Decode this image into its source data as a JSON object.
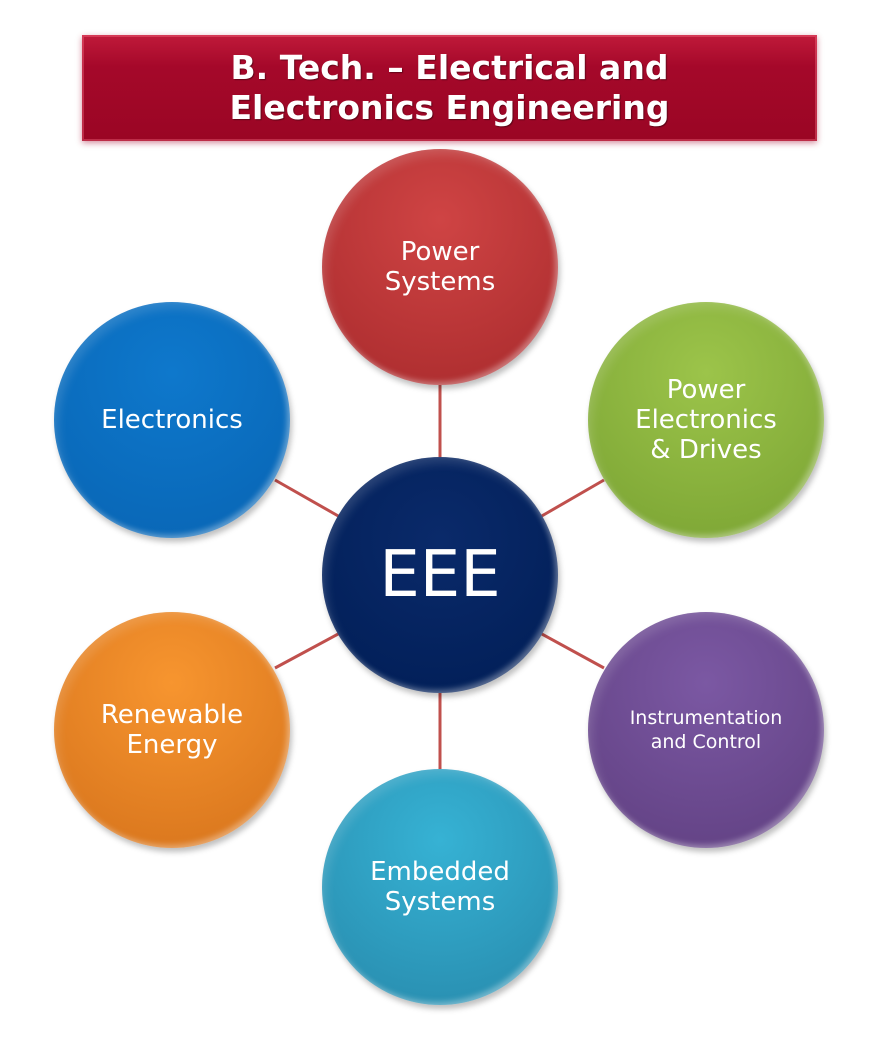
{
  "title": "B. Tech. – Electrical and\nElectronics Engineering",
  "center": {
    "label": "EEE",
    "color": "#00205b"
  },
  "nodes": [
    {
      "label": "Power\nSystems",
      "color": "#c0393b"
    },
    {
      "label": "Power\nElectronics\n& Drives",
      "color": "#8cb43e"
    },
    {
      "label": "Instrumentation\nand Control",
      "color": "#6d4a91"
    },
    {
      "label": "Embedded\nSystems",
      "color": "#2ea5c6"
    },
    {
      "label": "Renewable\nEnergy",
      "color": "#f08a24"
    },
    {
      "label": "Electronics",
      "color": "#0a6fc2"
    }
  ],
  "connector_color": "#c0504d",
  "title_color": "#a5082a"
}
